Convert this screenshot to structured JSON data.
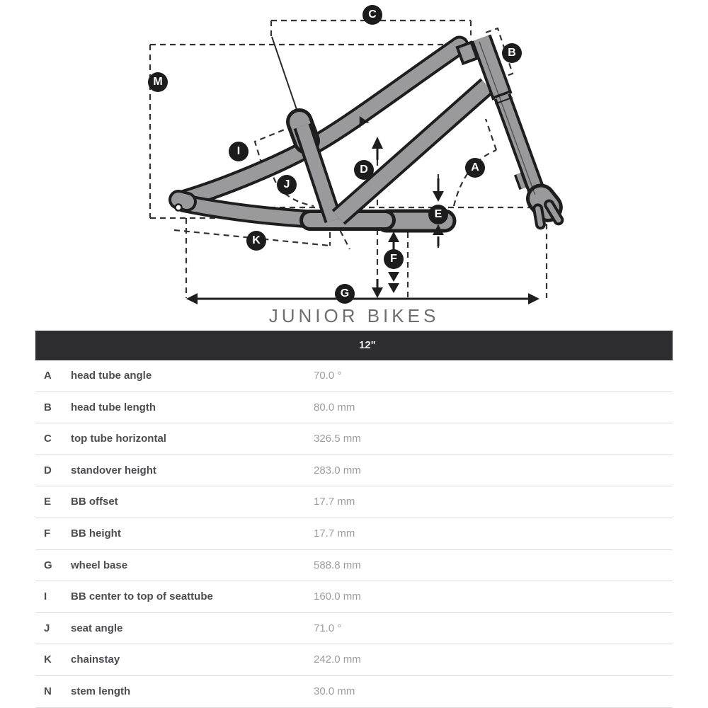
{
  "colors": {
    "page_bg": "#ffffff",
    "frame_fill": "#9a9a9c",
    "frame_outline": "#1e1e1e",
    "dashed_line": "#333333",
    "marker_bg": "#1c1c1c",
    "marker_text": "#ffffff",
    "title_text": "#6e6e6e",
    "header_bg": "#2d2d2f",
    "header_text": "#efefef",
    "row_label_text": "#4c4d51",
    "row_value_text": "#9c9c9c",
    "divider": "#dcdcdc"
  },
  "diagram": {
    "title": "JUNIOR BIKES",
    "markers": [
      {
        "letter": "C"
      },
      {
        "letter": "M"
      },
      {
        "letter": "B"
      },
      {
        "letter": "I"
      },
      {
        "letter": "J"
      },
      {
        "letter": "D"
      },
      {
        "letter": "A"
      },
      {
        "letter": "E"
      },
      {
        "letter": "K"
      },
      {
        "letter": "F"
      },
      {
        "letter": "G"
      }
    ]
  },
  "table": {
    "header": {
      "size_label": "12\""
    },
    "rows": [
      {
        "letter": "A",
        "label": "head tube angle",
        "value": "70.0 °"
      },
      {
        "letter": "B",
        "label": "head tube length",
        "value": "80.0 mm"
      },
      {
        "letter": "C",
        "label": "top tube horizontal",
        "value": "326.5 mm"
      },
      {
        "letter": "D",
        "label": "standover height",
        "value": "283.0 mm"
      },
      {
        "letter": "E",
        "label": "BB offset",
        "value": "17.7 mm"
      },
      {
        "letter": "F",
        "label": "BB height",
        "value": "17.7 mm"
      },
      {
        "letter": "G",
        "label": "wheel base",
        "value": "588.8 mm"
      },
      {
        "letter": "I",
        "label": "BB center to top of seattube",
        "value": "160.0 mm"
      },
      {
        "letter": "J",
        "label": "seat angle",
        "value": "71.0 °"
      },
      {
        "letter": "K",
        "label": "chainstay",
        "value": "242.0 mm"
      },
      {
        "letter": "N",
        "label": "stem length",
        "value": "30.0 mm"
      }
    ]
  }
}
